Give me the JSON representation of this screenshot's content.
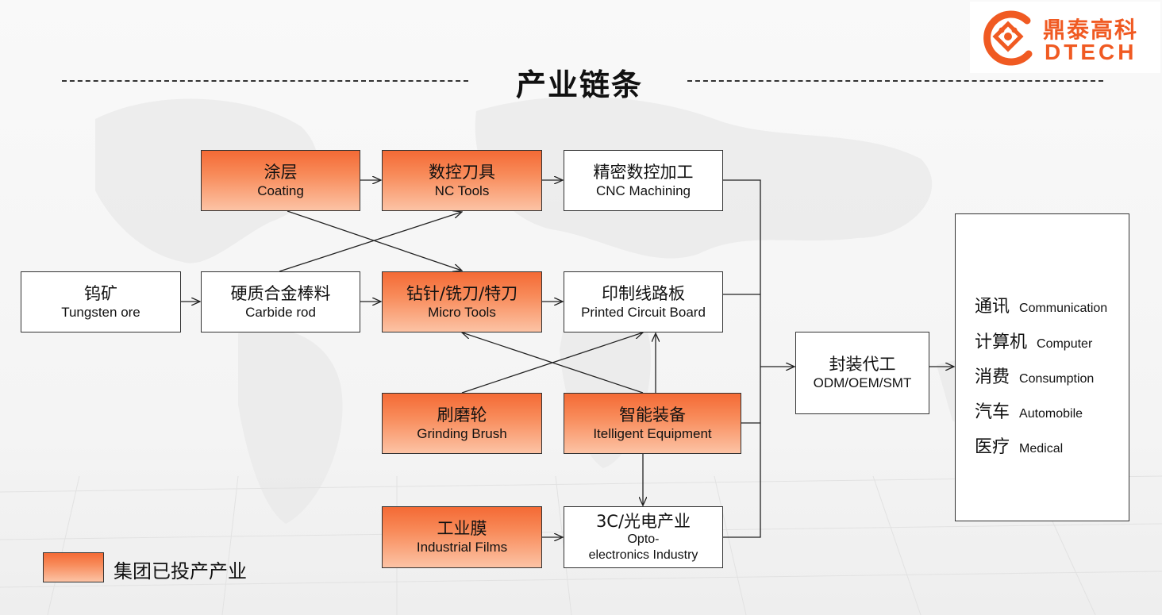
{
  "title": "产业链条",
  "logo": {
    "name_zh": "鼎泰高科",
    "name_en": "DTECH",
    "color": "#f05a22"
  },
  "colors": {
    "owned_fill": "#f46a35",
    "border": "#333333"
  },
  "nodes": {
    "coating": {
      "zh": "涂层",
      "en": "Coating",
      "owned": true
    },
    "nc_tools": {
      "zh": "数控刀具",
      "en": "NC Tools",
      "owned": true
    },
    "cnc": {
      "zh": "精密数控加工",
      "en": "CNC Machining",
      "owned": false
    },
    "tungsten": {
      "zh": "钨矿",
      "en": "Tungsten ore",
      "owned": false
    },
    "carbide": {
      "zh": "硬质合金棒料",
      "en": "Carbide rod",
      "owned": false
    },
    "micro": {
      "zh": "钻针/铣刀/特刀",
      "en": "Micro Tools",
      "owned": true
    },
    "pcb": {
      "zh": "印制线路板",
      "en": "Printed Circuit Board",
      "owned": false
    },
    "brush": {
      "zh": "刷磨轮",
      "en": "Grinding Brush",
      "owned": true
    },
    "equipment": {
      "zh": "智能装备",
      "en": "Itelligent Equipment",
      "owned": true
    },
    "films": {
      "zh": "工业膜",
      "en": "Industrial Films",
      "owned": true
    },
    "opto": {
      "zh": "3C/光电产业",
      "en_line1": "Opto-",
      "en_line2": "electronics Industry",
      "owned": false
    },
    "odm": {
      "zh": "封装代工",
      "en": "ODM/OEM/SMT",
      "owned": false
    }
  },
  "applications": [
    {
      "zh": "通讯",
      "en": "Communication"
    },
    {
      "zh": "计算机",
      "en": "Computer"
    },
    {
      "zh": "消费",
      "en": "Consumption"
    },
    {
      "zh": "汽车",
      "en": "Automobile"
    },
    {
      "zh": "医疗",
      "en": "Medical"
    }
  ],
  "legend": {
    "label": "集团已投产产业"
  }
}
